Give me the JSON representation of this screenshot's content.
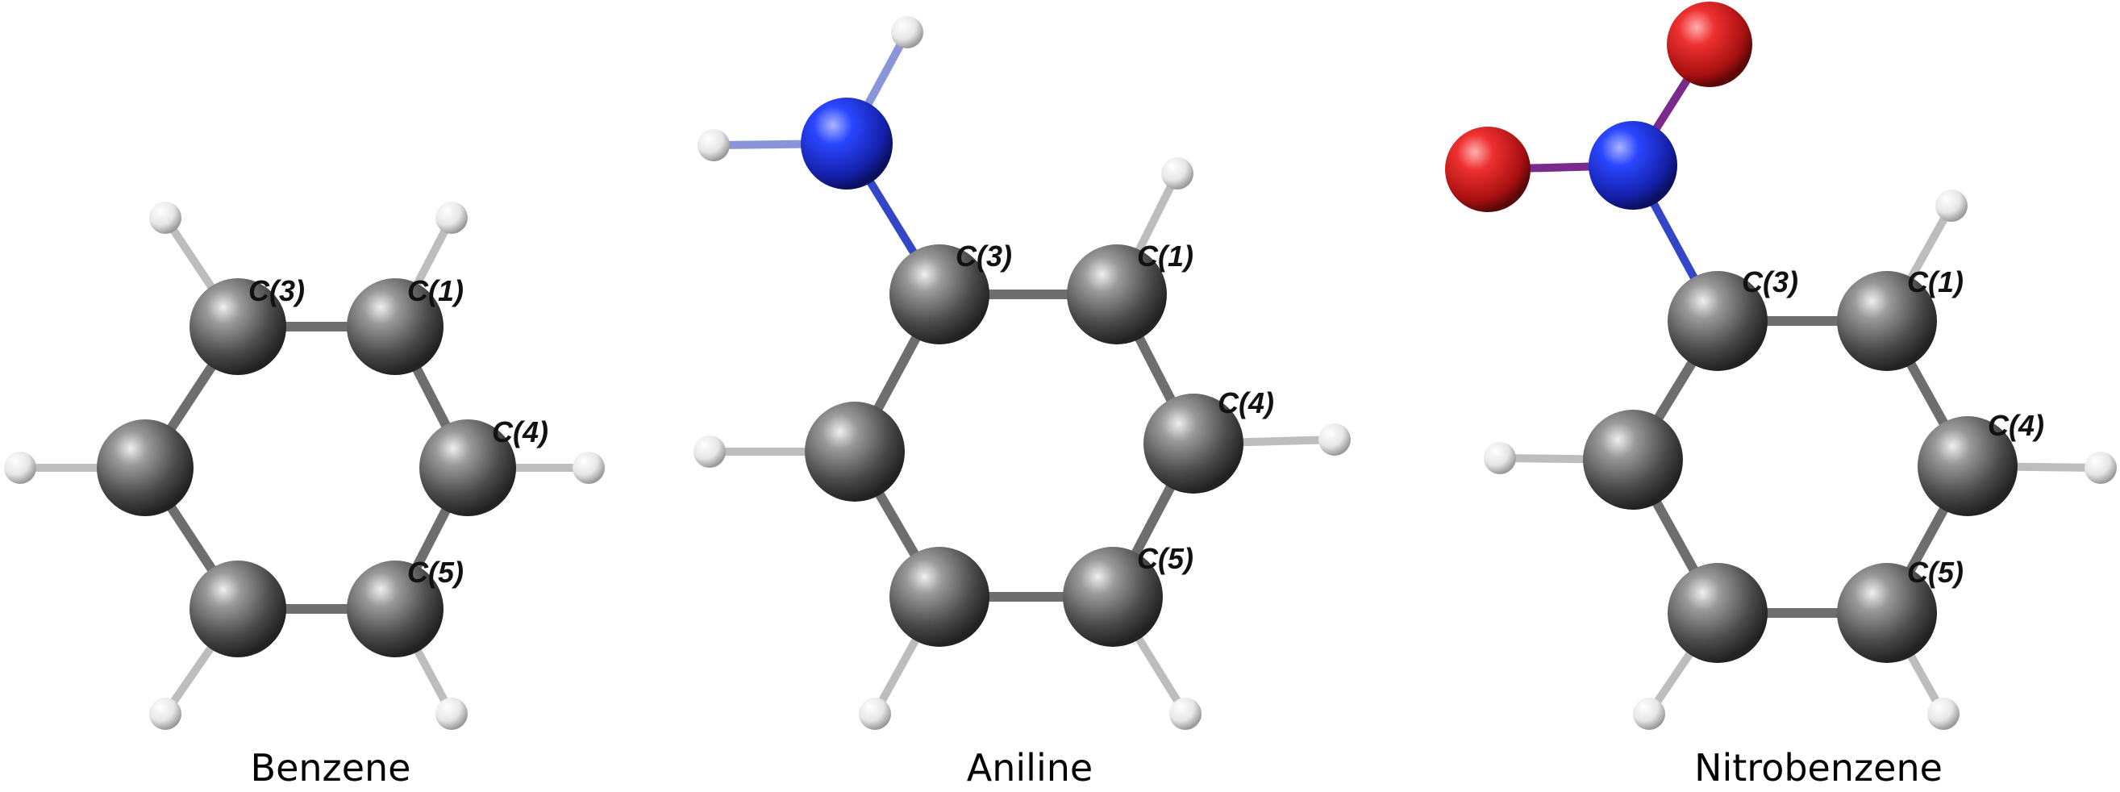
{
  "molecules": [
    {
      "name": "Benzene",
      "labels": {
        "c1": "C(1)",
        "c3": "C(3)",
        "c4": "C(4)",
        "c5": "C(5)"
      }
    },
    {
      "name": "Aniline",
      "labels": {
        "c1": "C(1)",
        "c3": "C(3)",
        "c4": "C(4)",
        "c5": "C(5)"
      }
    },
    {
      "name": "Nitrobenzene",
      "labels": {
        "c1": "C(1)",
        "c3": "C(3)",
        "c4": "C(4)",
        "c5": "C(5)"
      }
    }
  ],
  "colors": {
    "carbon": "#5a5a5a",
    "hydrogen": "#f2f2f2",
    "nitrogen": "#1f3de6",
    "oxygen": "#e02020",
    "bond": "#7a7a7a"
  }
}
